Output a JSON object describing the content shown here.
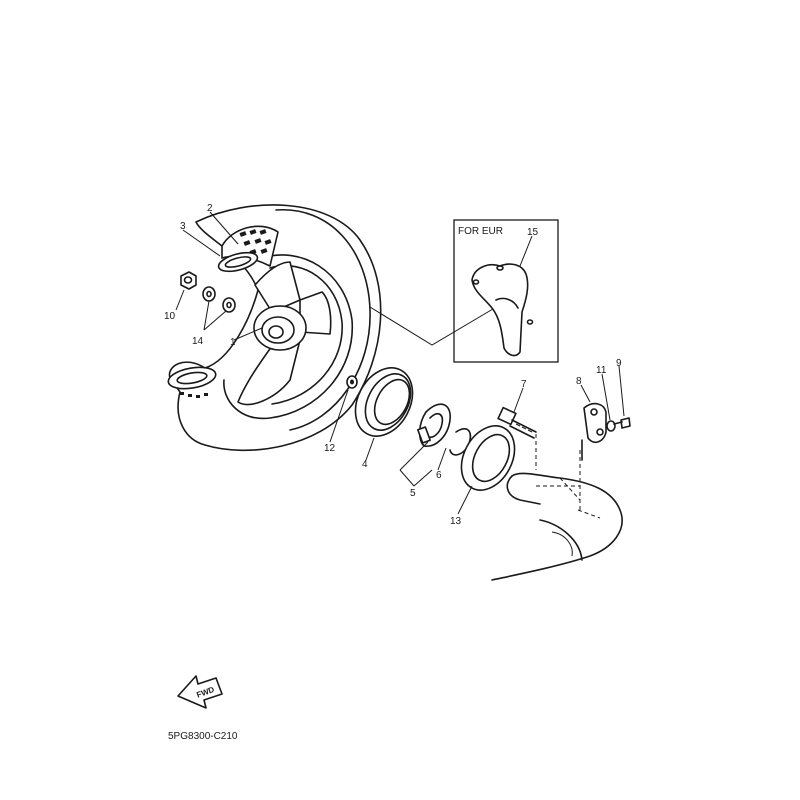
{
  "diagram": {
    "callouts": [
      "1",
      "2",
      "3",
      "4",
      "5",
      "6",
      "7",
      "8",
      "9",
      "10",
      "11",
      "12",
      "13",
      "14",
      "15"
    ],
    "inset_title": "FOR EUR",
    "fwd_label": "FWD",
    "part_code": "5PG8300-C210"
  }
}
